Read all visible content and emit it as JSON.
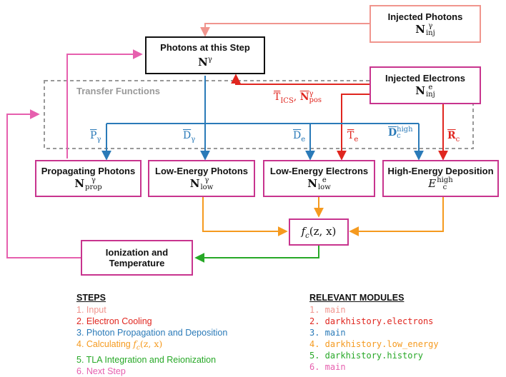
{
  "nodes": {
    "injected_photons": {
      "title": "Injected Photons",
      "math": "N",
      "sup": "γ",
      "sub": "inj"
    },
    "photons_step": {
      "title": "Photons at this Step",
      "math": "N",
      "sup": "γ"
    },
    "injected_electrons": {
      "title": "Injected Electrons",
      "math": "N",
      "sup": "e",
      "sub": "inj"
    },
    "propagating": {
      "title": "Propagating Photons",
      "math": "N",
      "sup": "γ",
      "sub": "prop"
    },
    "low_photons": {
      "title": "Low-Energy Photons",
      "math": "N",
      "sup": "γ",
      "sub": "low"
    },
    "low_electrons": {
      "title": "Low-Energy Electrons",
      "math": "N",
      "sup": "e",
      "sub": "low"
    },
    "high_dep": {
      "title": "High-Energy Deposition",
      "math": "E",
      "sup": "high",
      "sub": "c"
    },
    "fc": {
      "label": "f",
      "sub": "c",
      "args": "(z, x)"
    },
    "ionization": {
      "title_line1": "Ionization and",
      "title_line2": "Temperature"
    }
  },
  "transfer_functions_label": "Transfer Functions",
  "edge_labels": {
    "tics": {
      "main": "T",
      "sub": "ICS",
      "sep": ", ",
      "main2": "N",
      "sup2": "γ",
      "sub2": "pos"
    },
    "p_gamma": {
      "main": "P",
      "sub": "γ"
    },
    "d_gamma": {
      "main": "D",
      "sub": "γ"
    },
    "d_e": {
      "main": "D",
      "sub": "e"
    },
    "t_e": {
      "main": "T",
      "sub": "e"
    },
    "d_high": {
      "main": "D",
      "sup": "high",
      "sub": "c"
    },
    "r_c": {
      "main": "R",
      "sub": "c"
    }
  },
  "steps": {
    "header": "STEPS",
    "items": [
      "1. Input",
      "2. Electron Cooling",
      "3. Photon Propagation and Deposition",
      "4. Calculating ",
      "5. TLA Integration and Reionization",
      "6. Next Step"
    ],
    "item4_math": "f",
    "item4_sub": "c",
    "item4_args": "(z, x)"
  },
  "modules": {
    "header": "RELEVANT MODULES",
    "items": [
      "1. main",
      "2. darkhistory.electrons",
      "3. main",
      "4. darkhistory.low_energy",
      "5. darkhistory.history",
      "6. main"
    ]
  },
  "colors": {
    "input": "#f0958e",
    "electron": "#e0261f",
    "photon": "#2a7ab8",
    "fc": "#f59a1f",
    "tla": "#27a827",
    "next": "#e65fae",
    "box_border": "#c8348e",
    "dashed": "#999999"
  }
}
